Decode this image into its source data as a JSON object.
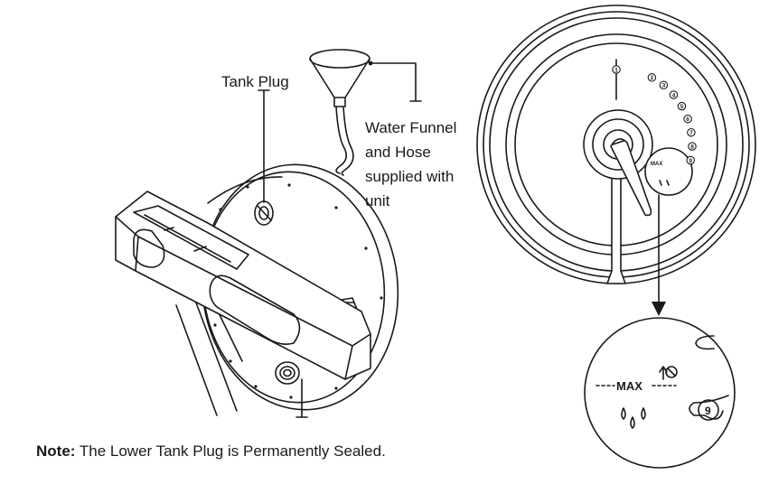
{
  "labels": {
    "tank_plug": "Tank Plug",
    "funnel_line1": "Water Funnel",
    "funnel_line2": "and Hose",
    "funnel_line3": "supplied with",
    "funnel_line4": "unit"
  },
  "note": {
    "prefix": "Note:",
    "text": " The Lower Tank Plug is Permanently Sealed."
  },
  "gauge": {
    "ticks": [
      "1",
      "2",
      "3",
      "4",
      "5",
      "6",
      "7",
      "8",
      "9"
    ],
    "max_label": "MAX",
    "zoom_max_label": "MAX",
    "zoom_tick": "9"
  },
  "colors": {
    "line": "#1a1a1a",
    "fill": "#ffffff"
  }
}
